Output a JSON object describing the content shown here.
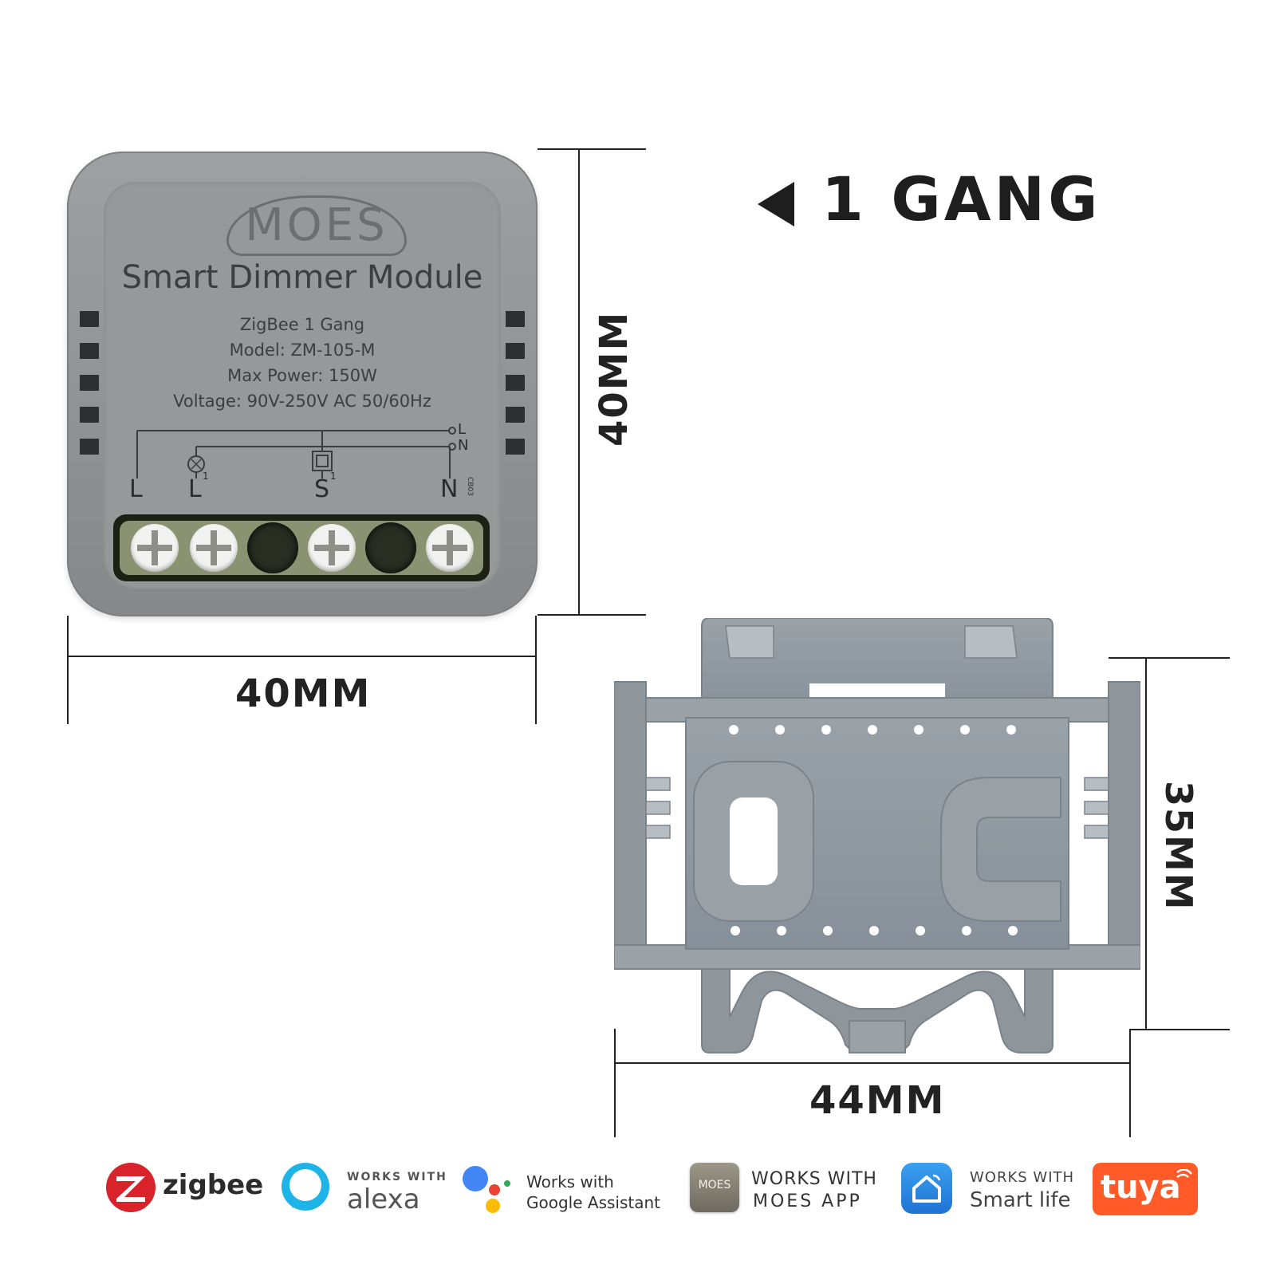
{
  "header": {
    "gang_label": "1 GANG"
  },
  "dimensions": {
    "module_height": "40MM",
    "module_width": "40MM",
    "bracket_height": "35MM",
    "bracket_width": "44MM"
  },
  "module": {
    "brand": "MOES",
    "title": "Smart Dimmer Module",
    "line1": "ZigBee 1 Gang",
    "line2": "Model: ZM-105-M",
    "line3": "Max Power: 150W",
    "line4": "Voltage: 90V-250V AC 50/60Hz",
    "terminal_L": "L",
    "terminal_L1": "L",
    "terminal_S1": "S",
    "terminal_N": "N",
    "superscript_1a": "1",
    "superscript_1b": "1",
    "supply_L": "L",
    "supply_N": "N",
    "cert_code": "CB03"
  },
  "logos": {
    "zigbee": "zigbee",
    "alexa_works": "WORKS WITH",
    "alexa": "alexa",
    "google_works": "Works with",
    "google": "Google Assistant",
    "moes_works": "WORKS WITH",
    "moes_app": "MOES APP",
    "moes_icon": "MOES",
    "smartlife_works": "WORKS WITH",
    "smartlife": "Smart life",
    "tuya": "tuya"
  },
  "colors": {
    "module_grey": "#96989a",
    "bracket_grey": "#8e969c",
    "zigbee_red": "#d8232a",
    "alexa_blue": "#1fb4e8",
    "tuya_orange": "#ff5a28",
    "smartlife_blue": "#2d8ee6"
  }
}
